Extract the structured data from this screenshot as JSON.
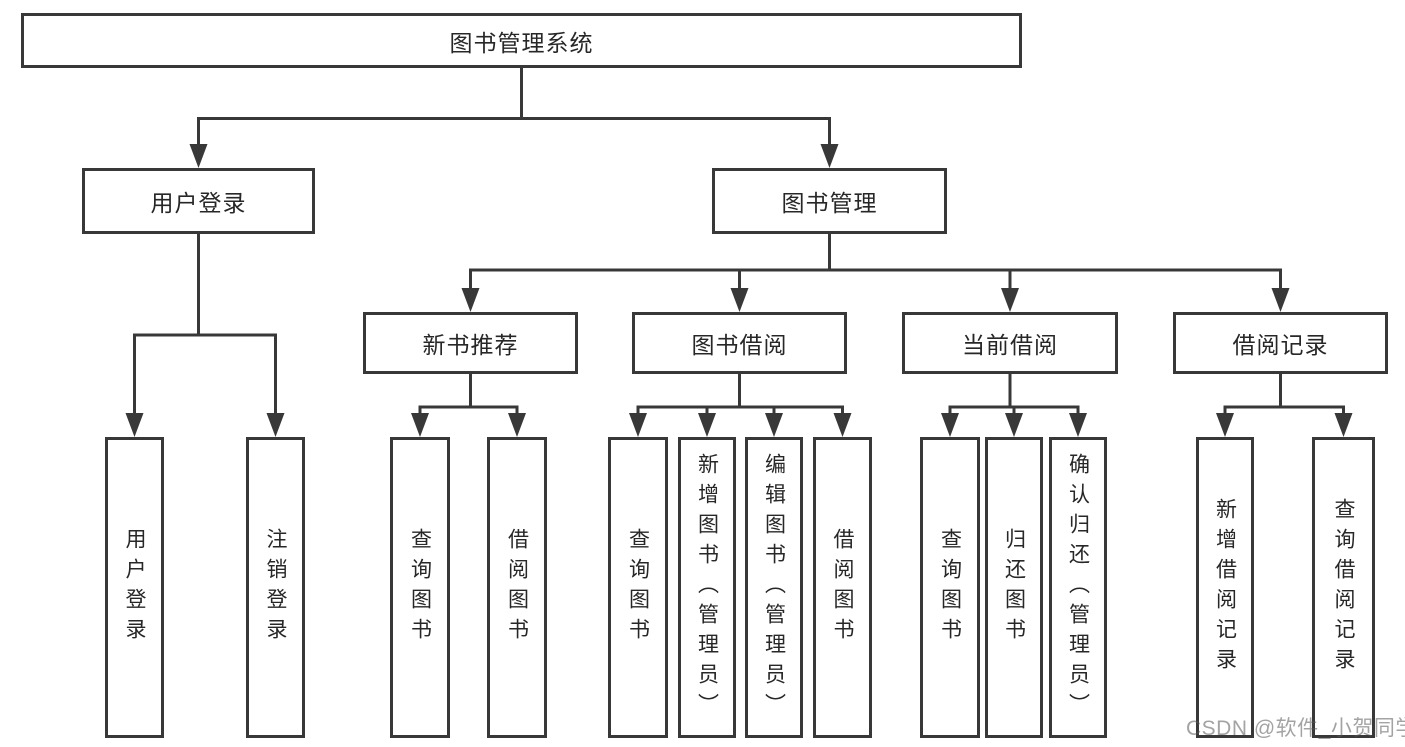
{
  "tree": {
    "label": "图书管理系统",
    "children": [
      {
        "label": "用户登录",
        "children": [
          {
            "label": "用户登录"
          },
          {
            "label": "注销登录"
          }
        ]
      },
      {
        "label": "图书管理",
        "children": [
          {
            "label": "新书推荐",
            "children": [
              {
                "label": "查询图书"
              },
              {
                "label": "借阅图书"
              }
            ]
          },
          {
            "label": "图书借阅",
            "children": [
              {
                "label": "查询图书"
              },
              {
                "label": "新增图书（管理员）"
              },
              {
                "label": "编辑图书（管理员）"
              },
              {
                "label": "借阅图书"
              }
            ]
          },
          {
            "label": "当前借阅",
            "children": [
              {
                "label": "查询图书"
              },
              {
                "label": "归还图书"
              },
              {
                "label": "确认归还（管理员）"
              }
            ]
          },
          {
            "label": "借阅记录",
            "children": [
              {
                "label": "新增借阅记录"
              },
              {
                "label": "查询借阅记录"
              }
            ]
          }
        ]
      }
    ]
  },
  "watermark": {
    "text": "CSDN @软件_小贺同学"
  },
  "colors": {
    "line": "#383838",
    "box_border": "#383838",
    "box_background": "#ffffff",
    "text": "#272727",
    "watermark_text": "#a0a0a0",
    "page_background": "#ffffff"
  }
}
